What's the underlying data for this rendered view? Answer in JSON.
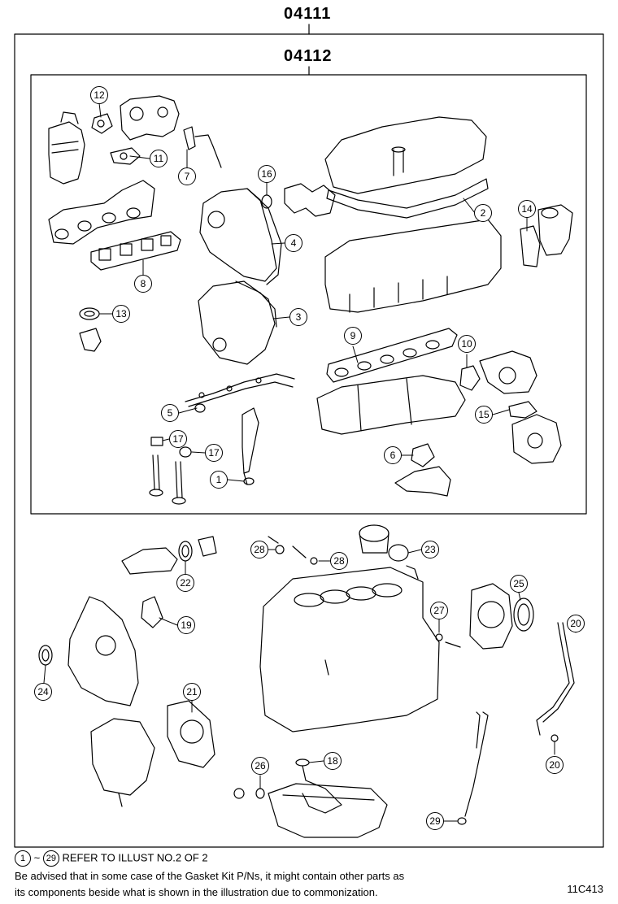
{
  "kit_outer": {
    "label": "04111"
  },
  "kit_inner": {
    "label": "04112"
  },
  "callouts": [
    "12",
    "11",
    "7",
    "16",
    "2",
    "14",
    "4",
    "8",
    "13",
    "3",
    "9",
    "10",
    "5",
    "15",
    "17",
    "17",
    "1",
    "6",
    "28",
    "28",
    "23",
    "22",
    "25",
    "19",
    "27",
    "20",
    "24",
    "21",
    "20",
    "26",
    "18",
    "29"
  ],
  "footer": {
    "ref_start": "1",
    "ref_tilde": "~",
    "ref_end": "29",
    "ref_text": "REFER TO ILLUST NO.2 OF 2",
    "note_line1": "Be advised that in some case of the Gasket Kit P/Ns, it might contain other parts as",
    "note_line2": "its components beside what is shown in the illustration due to commonization.",
    "figure_code": "11C413"
  }
}
